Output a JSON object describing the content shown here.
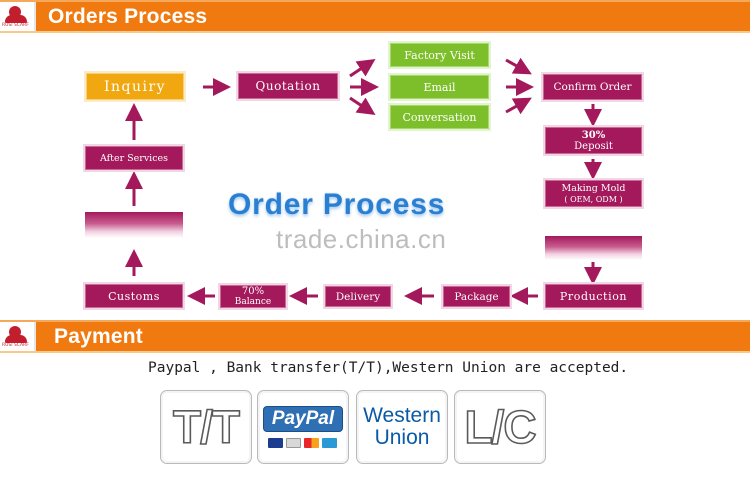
{
  "header_orders": {
    "logo_text": "RUSI SCARF",
    "title": "Orders Process"
  },
  "diagram": {
    "main_title": "Order Process",
    "watermark": "trade.china.cn",
    "steps": {
      "inquiry": "Inquiry",
      "quotation": "Quotation",
      "factory_visit": "Factory Visit",
      "email": "Email",
      "conversation": "Conversation",
      "confirm_order": "Confirm Order",
      "deposit_percent": "30%",
      "deposit_label": "Deposit",
      "making_mold": "Making Mold",
      "making_mold_sub": "( OEM, ODM )",
      "production": "Production",
      "package": "Package",
      "delivery": "Delivery",
      "balance_percent": "70%",
      "balance_label": "Balance",
      "customs": "Customs",
      "after_services": "After Services"
    },
    "colors": {
      "magenta": "#a3195b",
      "green": "#7cbf2a",
      "yellow": "#f1a70f",
      "title_blue": "#2b7fd0"
    }
  },
  "header_payment": {
    "logo_text": "RUSI SCARF",
    "title": "Payment"
  },
  "payment": {
    "accepted_text": "Paypal , Bank transfer(T/T),Western Union are accepted.",
    "methods": {
      "tt": "T/T",
      "paypal": "PayPal",
      "western_line1": "Western",
      "western_line2": "Union",
      "lc": "L/C"
    }
  },
  "colors": {
    "banner_orange": "#f07a10"
  }
}
